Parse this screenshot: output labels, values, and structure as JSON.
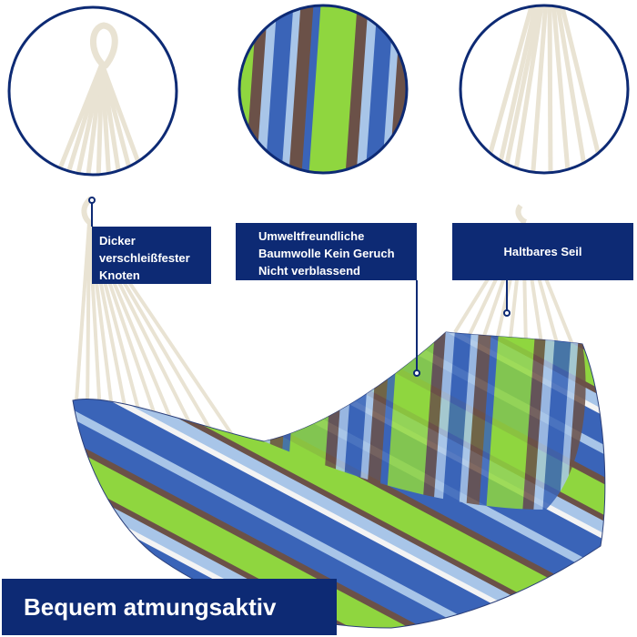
{
  "labels": {
    "knot": [
      "Dicker",
      "verschleißfester",
      "Knoten"
    ],
    "cotton": [
      "Umweltfreundliche",
      "Baumwolle Kein Geruch",
      "Nicht verblassend"
    ],
    "rope": "Haltbares Seil"
  },
  "banner": "Bequem atmungsaktiv",
  "colors": {
    "label_bg": "#0d2a74",
    "circle_border": "#0d2a74",
    "rope": "#e9e3d3",
    "stripe_green": "#8fd63f",
    "stripe_blue": "#3a64b8",
    "stripe_light_blue": "#a8c5e8",
    "stripe_brown": "#6b5148",
    "stripe_white": "#f4f4f4"
  }
}
